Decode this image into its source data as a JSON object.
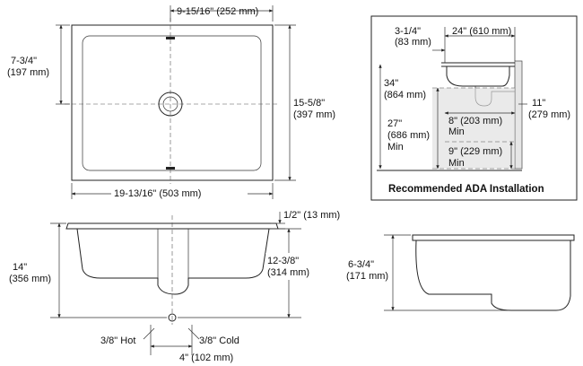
{
  "top_view": {
    "width_top": "9-15/16\" (252 mm)",
    "depth_left_in": "7-3/4\"",
    "depth_left_mm": "(197 mm)",
    "depth_right_in": "15-5/8\"",
    "depth_right_mm": "(397 mm)",
    "overall_width": "19-13/16\" (503 mm)"
  },
  "ada_installation": {
    "title": "Recommended ADA Installation",
    "setback_in": "3-1/4\"",
    "setback_mm": "(83 mm)",
    "counter_depth": "24\" (610 mm)",
    "rim_height_in": "34\"",
    "rim_height_mm": "(864 mm)",
    "knee_height_in": "27\"",
    "knee_height_mm": "(686 mm)",
    "knee_height_min": "Min",
    "knee_depth_in": "8\" (203 mm)",
    "knee_depth_min": "Min",
    "toe_depth_in": "11\"",
    "toe_depth_mm": "(279 mm)",
    "toe_height_in": "9\" (229 mm)",
    "toe_height_min": "Min"
  },
  "front_view": {
    "rim_thickness": "1/2\" (13 mm)",
    "overall_height_in": "14\"",
    "overall_height_mm": "(356 mm)",
    "bowl_depth_in": "12-3/8\"",
    "bowl_depth_mm": "(314 mm)",
    "hot_supply": "3/8\" Hot",
    "cold_supply": "3/8\" Cold",
    "supply_spacing": "4\" (102 mm)"
  },
  "side_view": {
    "height_in": "6-3/4\"",
    "height_mm": "(171 mm)"
  }
}
